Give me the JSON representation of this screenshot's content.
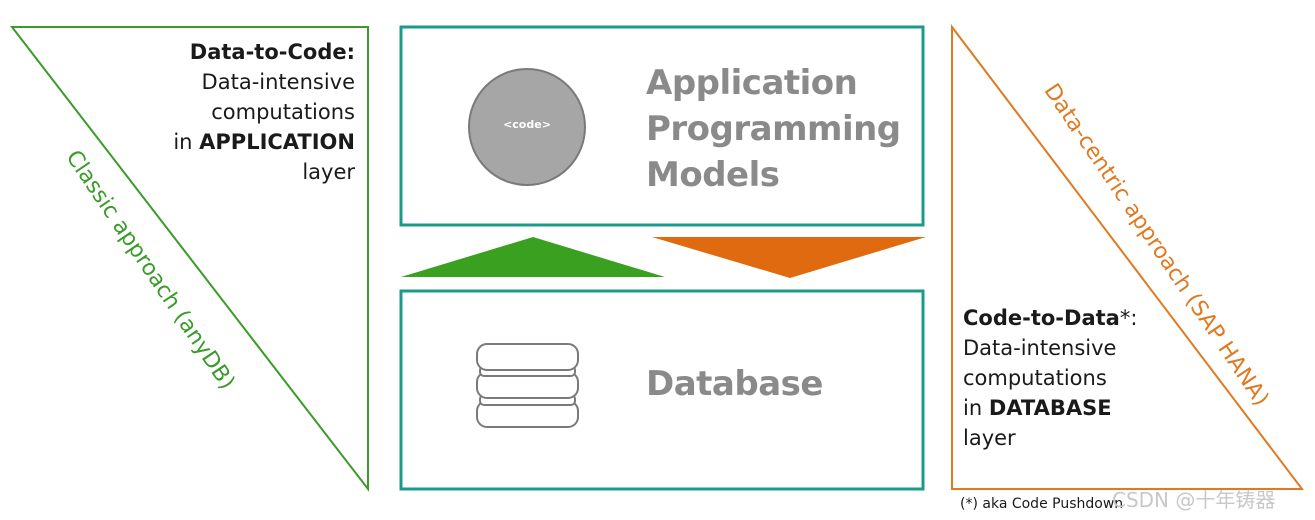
{
  "left_panel": {
    "heading": "Data-to-Code:",
    "line1": "Data-intensive",
    "line2": "computations",
    "line3_prefix": "in ",
    "line3_bold": "APPLICATION",
    "line4": "layer",
    "rotated_label": "Classic approach (anyDB)"
  },
  "right_panel": {
    "heading": "Code-to-Data",
    "heading_suffix": "*:",
    "line1": "Data-intensive",
    "line2": "computations",
    "line3_prefix": "in ",
    "line3_bold": "DATABASE",
    "line4": "layer",
    "rotated_label": "Data-centric approach (SAP HANA)"
  },
  "app_box": {
    "title_line1": "Application",
    "title_line2": "Programming",
    "title_line3": "Models",
    "code_label": "<code>"
  },
  "db_box": {
    "title": "Database"
  },
  "footnote": "(*) aka Code Pushdown",
  "watermark": "CSDN @十年铸器",
  "colors": {
    "green": "#3a9b28",
    "orange": "#e06a10",
    "teal": "#1a9a8a",
    "gray": "#8a8a8a"
  }
}
